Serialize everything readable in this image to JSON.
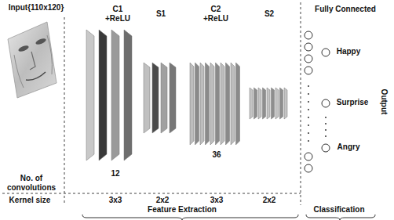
{
  "diagram": {
    "labels": [
      "Input{110x120}",
      "C1 +ReLU",
      "S1",
      "C2 +ReLU",
      "S2",
      "Fully Connected",
      "Happy",
      "Surprise",
      "Angry",
      "Output",
      "No. of convolutions",
      "12",
      "36",
      "Kernel size",
      "3x3",
      "2x2",
      "3x3",
      "2x2",
      "Feature Extraction",
      "Classification"
    ]
  }
}
